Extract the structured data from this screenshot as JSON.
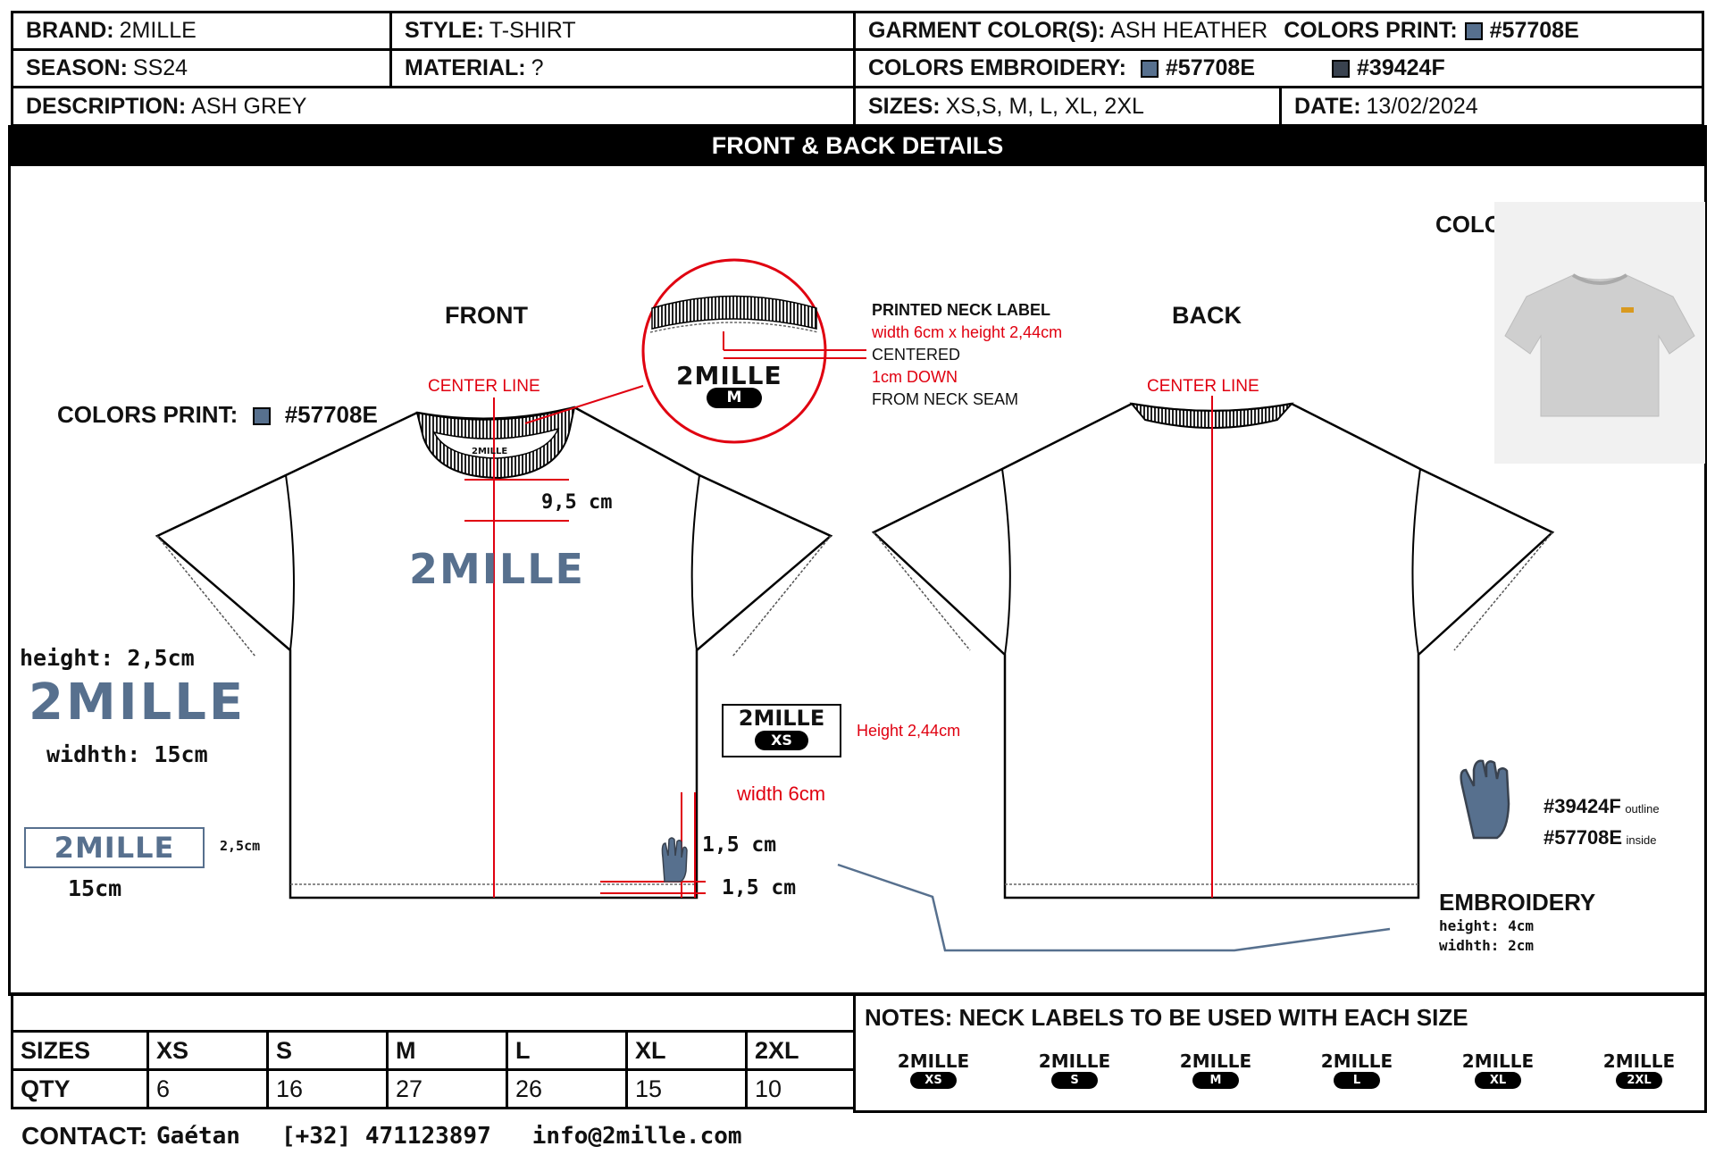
{
  "header": {
    "brand_label": "BRAND:",
    "brand": "2MILLE",
    "style_label": "STYLE:",
    "style": "T-SHIRT",
    "garment_color_label": "GARMENT COLOR(S):",
    "garment_color": "ASH HEATHER",
    "colors_print_label": "COLORS PRINT:",
    "colors_print": "#57708E",
    "season_label": "SEASON:",
    "season": "SS24",
    "material_label": "MATERIAL:",
    "material": "?",
    "colors_embroidery_label": "COLORS EMBROIDERY:",
    "embroidery_color_1": "#57708E",
    "embroidery_color_2": "#39424F",
    "description_label": "DESCRIPTION:",
    "description": "ASH GREY",
    "sizes_label": "SIZES:",
    "sizes": "XS,S, M, L, XL, 2XL",
    "date_label": "DATE:",
    "date": "13/02/2024"
  },
  "section_title": "FRONT & BACK DETAILS",
  "colors": {
    "print": "#57708E",
    "outline": "#39424F",
    "red": "#e00010"
  },
  "front": {
    "title": "FRONT",
    "center_line": "CENTER LINE",
    "colors_print_label": "COLORS PRINT:",
    "colors_print": "#57708E",
    "print_logo": "2MILLE",
    "collar_logo": "2MILLE",
    "dim_collar": "9,5 cm",
    "dim_emb_side": "1,5 cm",
    "dim_emb_bottom": "1,5 cm"
  },
  "neck_label": {
    "logo": "2MILLE",
    "size": "M",
    "title": "PRINTED NECK LABEL",
    "size_text": "width 6cm x height 2,44cm",
    "centered": "CENTERED",
    "down": "1cm DOWN",
    "from": "FROM NECK SEAM"
  },
  "back": {
    "title": "BACK",
    "center_line": "CENTER LINE"
  },
  "swatch": {
    "title": "COLOR ASH HEATHER:"
  },
  "print_spec": {
    "height": "height: 2,5cm",
    "logo": "2MILLE",
    "width": "widhth: 15cm",
    "small_logo": "2MILLE",
    "small_height": "2,5cm",
    "small_width": "15cm"
  },
  "label_spec": {
    "logo": "2MILLE",
    "size": "XS",
    "height": "Height 2,44cm",
    "width": "width 6cm"
  },
  "embroidery": {
    "outline_color": "#39424F",
    "outline_word": "outline",
    "inside_color": "#57708E",
    "inside_word": "inside",
    "title": "EMBROIDERY",
    "height": "height: 4cm",
    "width": "widhth: 2cm"
  },
  "qty_table": {
    "sizes_label": "SIZES",
    "qty_label": "QTY",
    "sizes": [
      "XS",
      "S",
      "M",
      "L",
      "XL",
      "2XL"
    ],
    "qty": [
      "6",
      "16",
      "27",
      "26",
      "15",
      "10"
    ]
  },
  "notes": {
    "title": "NOTES: NECK LABELS TO BE USED WITH EACH SIZE",
    "labels": [
      {
        "logo": "2MILLE",
        "size": "XS"
      },
      {
        "logo": "2MILLE",
        "size": "S"
      },
      {
        "logo": "2MILLE",
        "size": "M"
      },
      {
        "logo": "2MILLE",
        "size": "L"
      },
      {
        "logo": "2MILLE",
        "size": "XL"
      },
      {
        "logo": "2MILLE",
        "size": "2XL"
      }
    ]
  },
  "contact": {
    "label": "CONTACT:",
    "name": "Gaétan",
    "phone": "[+32] 471123897",
    "email": "info@2mille.com"
  }
}
